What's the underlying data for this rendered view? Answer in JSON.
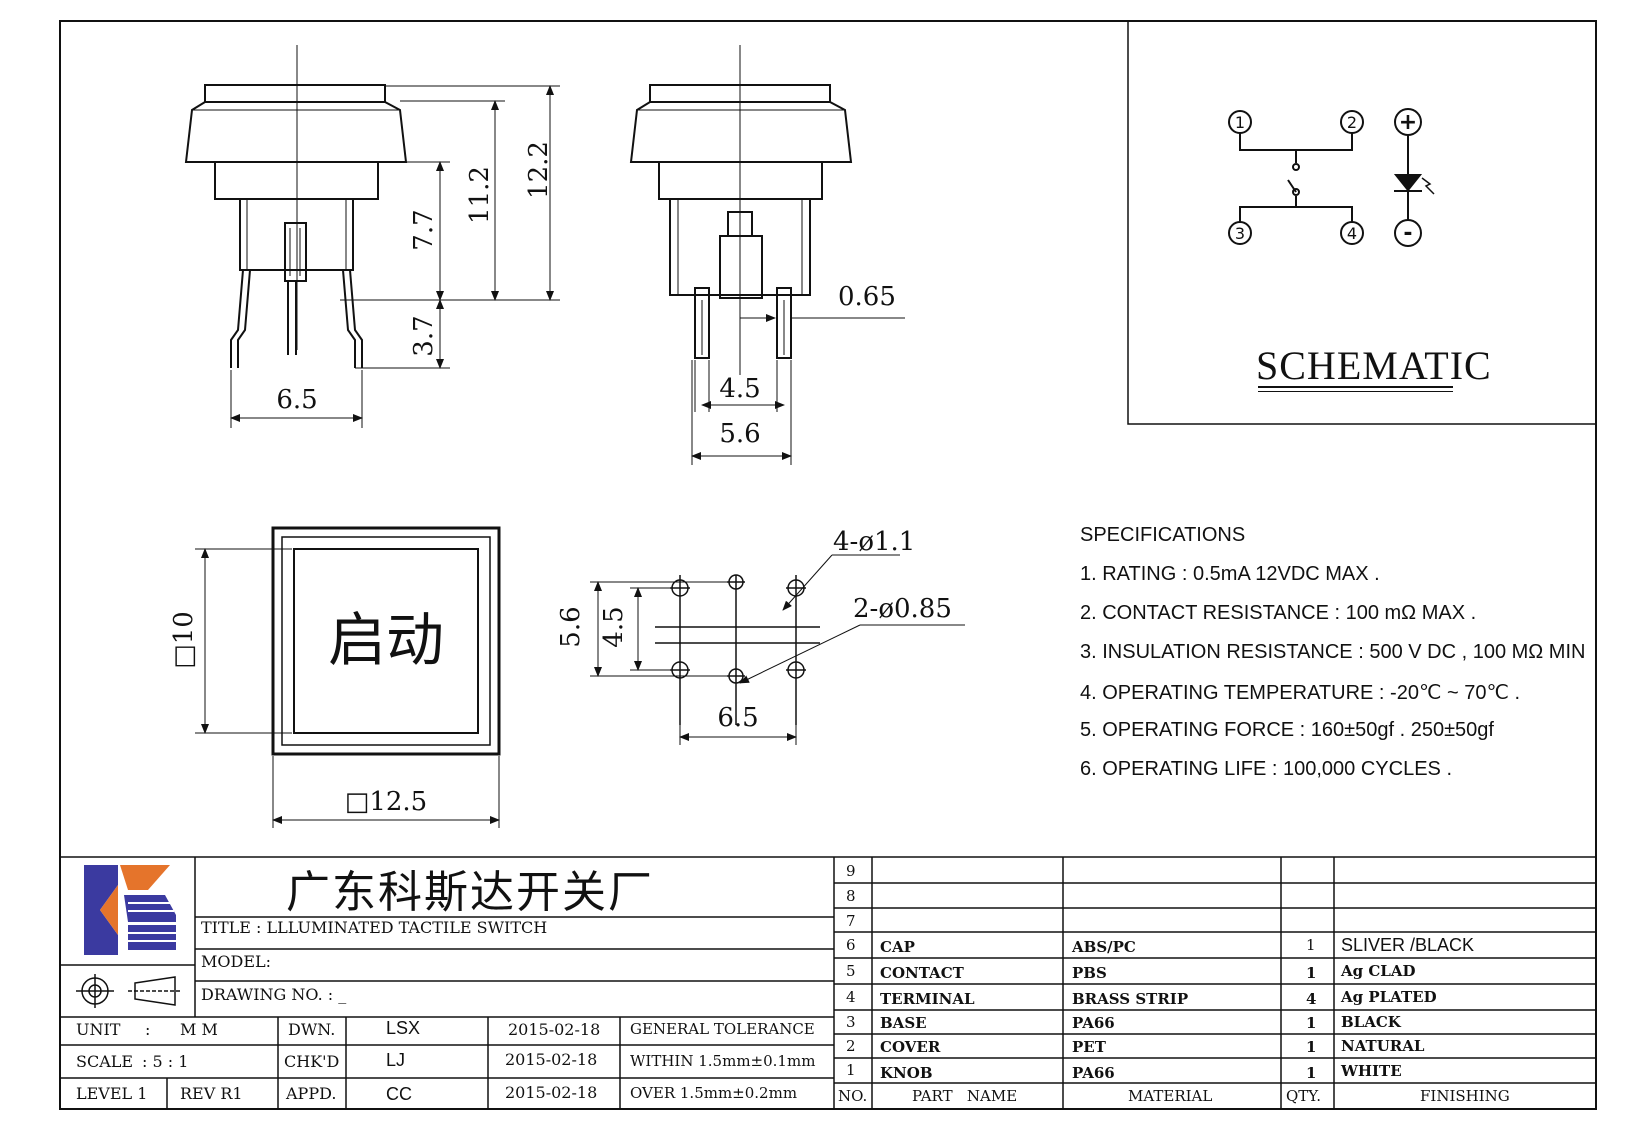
{
  "dimensions": {
    "side_height_12_2": "12.2",
    "side_height_11_2": "11.2",
    "side_height_7_7": "7.7",
    "side_height_3_7": "3.7",
    "side_width_6_5": "6.5",
    "front_pin_0_65": "0.65",
    "front_width_4_5": "4.5",
    "front_width_5_6": "5.6",
    "top_height": "□10",
    "top_width": "□12.5",
    "pcb_holes_4": "4-ø1.1",
    "pcb_holes_2": "2-ø0.85",
    "pcb_height_5_6": "5.6",
    "pcb_height_4_5": "4.5",
    "pcb_width_6_5": "6.5"
  },
  "cap_text": "启动",
  "schematic": {
    "title": "SCHEMATIC",
    "pins": [
      "1",
      "2",
      "3",
      "4"
    ],
    "led_plus": "+",
    "led_minus": "-"
  },
  "specifications": {
    "heading": "SPECIFICATIONS",
    "items": [
      "1. RATING : 0.5mA 12VDC MAX .",
      "2. CONTACT RESISTANCE : 100 mΩ MAX .",
      "3. INSULATION RESISTANCE : 500 V DC , 100 MΩ MIN",
      "4. OPERATING TEMPERATURE : -20℃ ~ 70℃ .",
      "5. OPERATING FORCE : 160±50gf . 250±50gf",
      "6. OPERATING LIFE : 100,000 CYCLES ."
    ]
  },
  "title_block": {
    "company": "广东科斯达开关厂",
    "title": "TITLE :  LLLUMINATED TACTILE SWITCH",
    "model": "MODEL:",
    "drawing_no": "DRAWING NO.  : _",
    "unit_label": "UNIT",
    "unit_sep": ":",
    "unit_value": "M M",
    "scale_label": "SCALE",
    "scale_value": ":   5  :  1",
    "level": "LEVEL  1",
    "rev": "REV   R1",
    "dwn_label": "DWN.",
    "dwn_name": "LSX",
    "dwn_date": "2015-02-18",
    "chk_label": "CHK'D",
    "chk_name": "LJ",
    "chk_date": "2015-02-18",
    "appd_label": "APPD.",
    "appd_name": "CC",
    "appd_date": "2015-02-18",
    "tol_title": "GENERAL TOLERANCE",
    "tol_within": "WITHIN  1.5mm±0.1mm",
    "tol_over": "OVER    1.5mm±0.2mm"
  },
  "bom": {
    "headers": [
      "NO.",
      "PART   NAME",
      "MATERIAL",
      "QTY.",
      "FINISHING"
    ],
    "rows": [
      {
        "no": "9",
        "part": "",
        "material": "",
        "qty": "",
        "finish": ""
      },
      {
        "no": "8",
        "part": "",
        "material": "",
        "qty": "",
        "finish": ""
      },
      {
        "no": "7",
        "part": "",
        "material": "",
        "qty": "",
        "finish": ""
      },
      {
        "no": "6",
        "part": "CAP",
        "material": "ABS/PC",
        "qty": "1",
        "finish": "SLIVER /BLACK"
      },
      {
        "no": "5",
        "part": "CONTACT",
        "material": "PBS",
        "qty": "1",
        "finish": "Ag CLAD"
      },
      {
        "no": "4",
        "part": "TERMINAL",
        "material": "BRASS STRIP",
        "qty": "4",
        "finish": "Ag PLATED"
      },
      {
        "no": "3",
        "part": "BASE",
        "material": "PA66",
        "qty": "1",
        "finish": "BLACK"
      },
      {
        "no": "2",
        "part": "COVER",
        "material": "PET",
        "qty": "1",
        "finish": "NATURAL"
      },
      {
        "no": "1",
        "part": "KNOB",
        "material": "PA66",
        "qty": "1",
        "finish": "WHITE"
      }
    ]
  }
}
